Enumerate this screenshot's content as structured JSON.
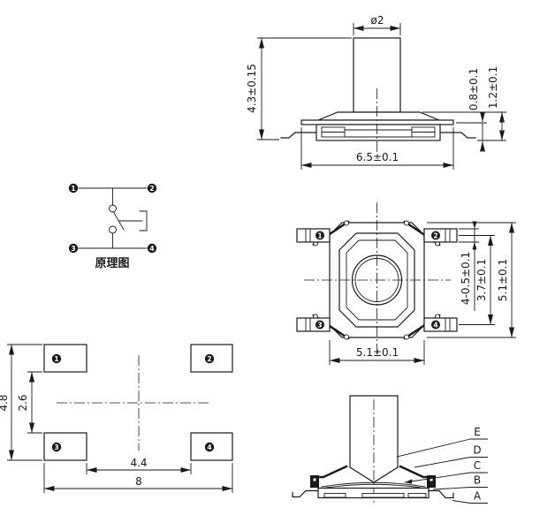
{
  "drawing": {
    "schematic": {
      "caption": "原理图",
      "terminals": [
        "1",
        "2",
        "3",
        "4"
      ]
    },
    "side_view": {
      "dim_plunger_diameter": "ø2",
      "dim_total_height": "4.3±0.15",
      "dim_base_height": "0.8±0.1",
      "dim_body_height": "1.2±0.1",
      "dim_flange_width": "6.5±0.1"
    },
    "top_view": {
      "terminals": [
        "1",
        "2",
        "3",
        "4"
      ],
      "dim_terminal_width": "4-0.5±0.1",
      "dim_terminal_pitch": "3.7±0.1",
      "dim_body_height": "5.1±0.1",
      "dim_body_width": "5.1±0.1"
    },
    "footprint": {
      "pads": [
        "1",
        "2",
        "3",
        "4"
      ],
      "dim_outer_vertical": "4.8",
      "dim_inner_vertical": "2.6",
      "dim_inner_horizontal": "4.4",
      "dim_outer_horizontal": "8"
    },
    "section_view": {
      "labels": [
        "E",
        "D",
        "C",
        "B",
        "A"
      ]
    }
  }
}
